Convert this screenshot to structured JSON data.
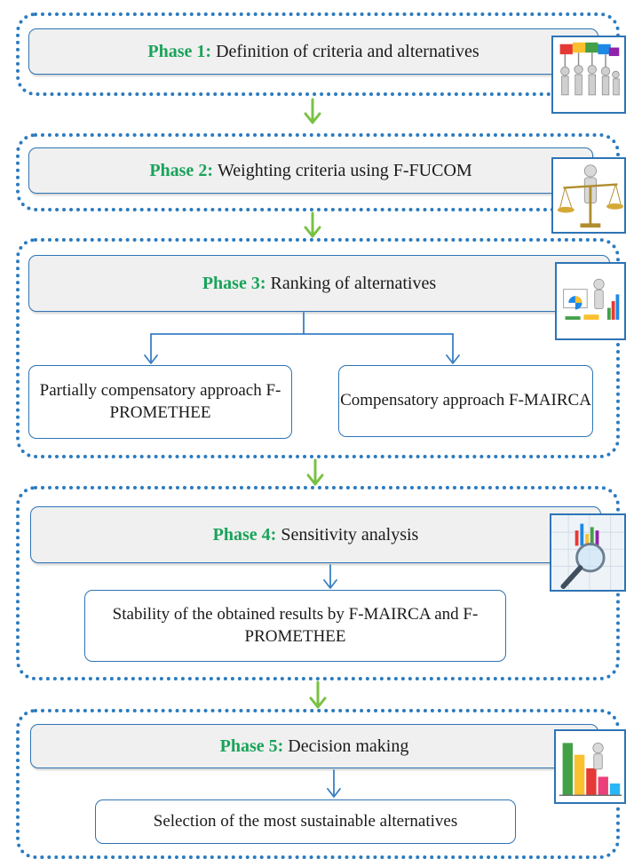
{
  "phases": [
    {
      "label": "Phase 1:",
      "title": "Definition of criteria and alternatives",
      "icon": "team-puzzle-icon"
    },
    {
      "label": "Phase 2:",
      "title": "Weighting criteria using F-FUCOM",
      "icon": "balance-scale-icon"
    },
    {
      "label": "Phase 3:",
      "title": "Ranking of alternatives",
      "icon": "charts-presenter-icon",
      "branches": [
        "Partially compensatory approach F-PROMETHEE",
        "Compensatory approach F-MAIRCA"
      ]
    },
    {
      "label": "Phase 4:",
      "title": "Sensitivity analysis",
      "icon": "magnifier-chart-icon",
      "detail": "Stability of the obtained results by F-MAIRCA and F-PROMETHEE"
    },
    {
      "label": "Phase 5:",
      "title": "Decision making",
      "icon": "bar-chart-person-icon",
      "detail": "Selection of the most sustainable alternatives"
    }
  ],
  "colors": {
    "frame": "#2b7bc0",
    "box_border": "#2e74b5",
    "phase_label": "#1aa35a",
    "connector_arrow": "#7ac143",
    "inner_arrow": "#3a7fc4"
  }
}
